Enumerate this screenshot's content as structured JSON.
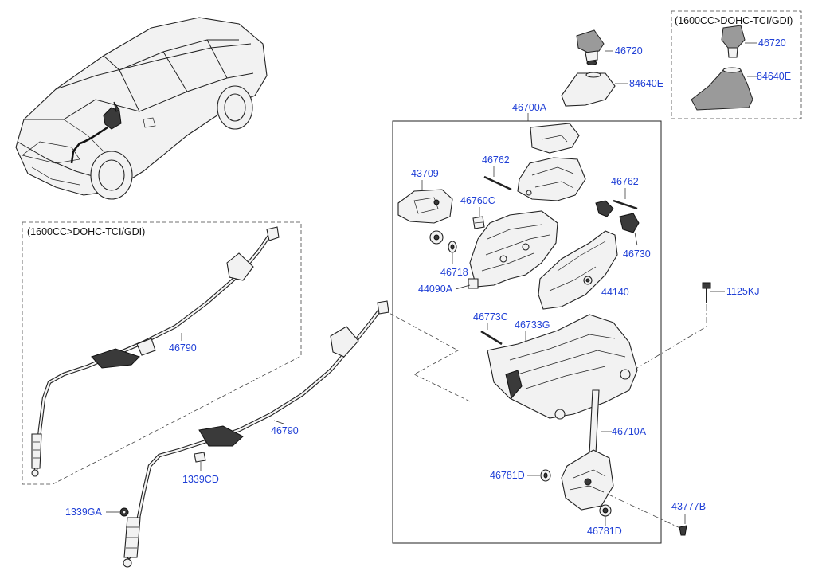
{
  "notes": {
    "engine_variant_top": "(1600CC>DOHC-TCI/GDI)",
    "engine_variant_left": "(1600CC>DOHC-TCI/GDI)"
  },
  "labels": {
    "p46720_a": "46720",
    "p84640e_a": "84640E",
    "p46720_b": "46720",
    "p84640e_b": "84640E",
    "p46700a": "46700A",
    "p43709": "43709",
    "p46762_a": "46762",
    "p46762_b": "46762",
    "p46760c": "46760C",
    "p46718": "46718",
    "p44090a": "44090A",
    "p44140": "44140",
    "p46730": "46730",
    "p1125kj": "1125KJ",
    "p46773c": "46773C",
    "p46733g": "46733G",
    "p46790_a": "46790",
    "p46790_b": "46790",
    "p46710a": "46710A",
    "p46781d_a": "46781D",
    "p46781d_b": "46781D",
    "p1339cd": "1339CD",
    "p1339ga": "1339GA",
    "p43777b": "43777B"
  },
  "colors": {
    "label": "#1f3fd6",
    "line": "#222222",
    "background": "#ffffff"
  }
}
